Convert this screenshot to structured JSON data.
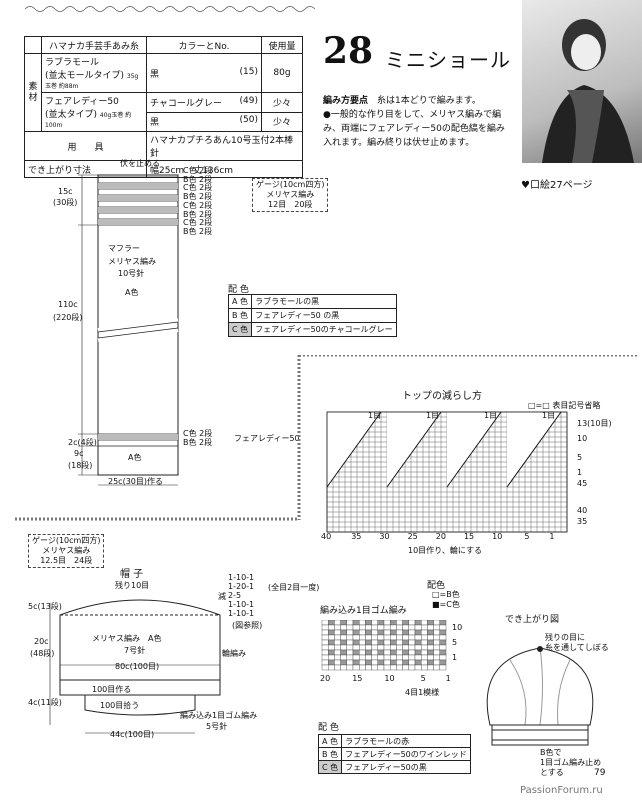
{
  "materials": {
    "header": {
      "item": "ハマナカ手芸手あみ糸",
      "color": "カラーとNo.",
      "amount": "使用量"
    },
    "side_label": "素材",
    "rows": [
      {
        "yarn": "ラブラモール",
        "type": "(並太モールタイプ)",
        "spec": "35g玉巻 約88m",
        "color": "黒",
        "no": "(15)",
        "amount": "80g"
      },
      {
        "yarn": "フェアレディー50",
        "type": "(並太タイプ)",
        "spec": "40g玉巻 約100m",
        "color": "チャコールグレー",
        "no": "(49)",
        "amount": "少々"
      },
      {
        "yarn": "",
        "type": "",
        "spec": "",
        "color": "黒",
        "no": "(50)",
        "amount": "少々"
      }
    ],
    "tools_label": "用　　具",
    "tools": "ハマナカプチろあん10号玉付2本棒針",
    "size_label": "でき上がり寸法",
    "size": "幅25cm　丈136cm"
  },
  "title": {
    "number": "28",
    "text": "ミニショール"
  },
  "method": {
    "label": "編み方要点",
    "lead": "糸は1本どりで編みます。",
    "body": "●一般的な作り目をして、メリヤス編みで編み、両端にフェアレディー50の配色縞を編み入れます。編み終りは伏せ止めます。"
  },
  "ref": "♥口絵27ページ",
  "muffler": {
    "fuse": "伏を止める",
    "name": "マフラー",
    "stitch": "メリヤス編み",
    "needle": "10号針",
    "color_a": "A色",
    "top_height": "15c",
    "top_rows": "(30段)",
    "main_height": "110c",
    "main_rows": "(220段)",
    "band_height": "2c(4段)",
    "bottom_height": "9c",
    "bottom_rows": "(18段)",
    "width": "25c(30目)作る",
    "fairlady": "フェアレディー50",
    "stripe_labels": [
      "C色 2段",
      "B色 2段",
      "C色 2段",
      "B色 2段",
      "C色 2段",
      "B色 2段",
      "C色 2段",
      "B色 2段"
    ],
    "lower_stripes": [
      "C色 2段",
      "B色 2段"
    ]
  },
  "gauge1": {
    "title": "ゲージ(10cm四方)",
    "stitch": "メリヤス編み",
    "count": "12目　20段"
  },
  "palette1": {
    "title": "配 色",
    "rows": [
      {
        "k": "A 色",
        "v": "ラブラモールの黒"
      },
      {
        "k": "B 色",
        "v": "フェアレディー50 の黒"
      },
      {
        "k": "C 色",
        "v": "フェアレディー50のチャコールグレー"
      }
    ]
  },
  "decrease": {
    "title": "トップの減らし方",
    "legend": "□=□ 表目記号省略",
    "x_ticks": [
      "40",
      "35",
      "30",
      "25",
      "20",
      "15",
      "10",
      "5",
      "1"
    ],
    "y_ticks": [
      "13(10目)",
      "10",
      "5",
      "1",
      "45",
      "40",
      "35"
    ],
    "caption": "10目作り、輪にする",
    "marks": [
      "1目",
      "1目",
      "1目",
      "1目"
    ]
  },
  "gauge2": {
    "title": "ゲージ(10cm四方)",
    "stitch": "メリヤス編み",
    "count": "12.5目　24段"
  },
  "hat": {
    "title": "帽 子",
    "remaining": "残り10目",
    "decrease_note": [
      "1-10-1",
      "1-20-1",
      "2-5",
      "1-10-1",
      "1-10-1"
    ],
    "decrease_tag": "減",
    "whole_note": "(全目2目一度)",
    "diagram_note": "(図参照)",
    "stitch": "メリヤス編み　A色",
    "needle": "7号針",
    "width": "80c(100目)",
    "ring_note": "輪編み",
    "h_top": "5c(13段)",
    "h_mid": "20c",
    "h_mid_rows": "(48段)",
    "h_bot": "4c(11段)",
    "cast": "100目作る",
    "pickup": "100目拾う",
    "rib": "編み込み1目ゴム編み",
    "rib_needle": "5号針",
    "bottom_width": "44c(100目)"
  },
  "rib_chart": {
    "title": "編み込み1目ゴム編み",
    "palette_title": "配色",
    "legend": [
      "□=B色",
      "■=C色"
    ],
    "x_ticks": [
      "20",
      "15",
      "10",
      "5",
      "1"
    ],
    "y_ticks": [
      "10",
      "5",
      "1"
    ],
    "repeat": "4目1模様"
  },
  "finished": {
    "title": "でき上がり図",
    "note1": "残りの目に",
    "note2": "糸を通してしぼる",
    "note3": "B色で",
    "note4": "1目ゴム編み止め",
    "note5": "とする"
  },
  "palette2": {
    "title": "配 色",
    "rows": [
      {
        "k": "A 色",
        "v": "ラブラモールの赤"
      },
      {
        "k": "B 色",
        "v": "フェアレディー50のワインレッド"
      },
      {
        "k": "C 色",
        "v": "フェアレディー50の黒"
      }
    ]
  },
  "page_number": "79",
  "watermark": "PassionForum.ru"
}
